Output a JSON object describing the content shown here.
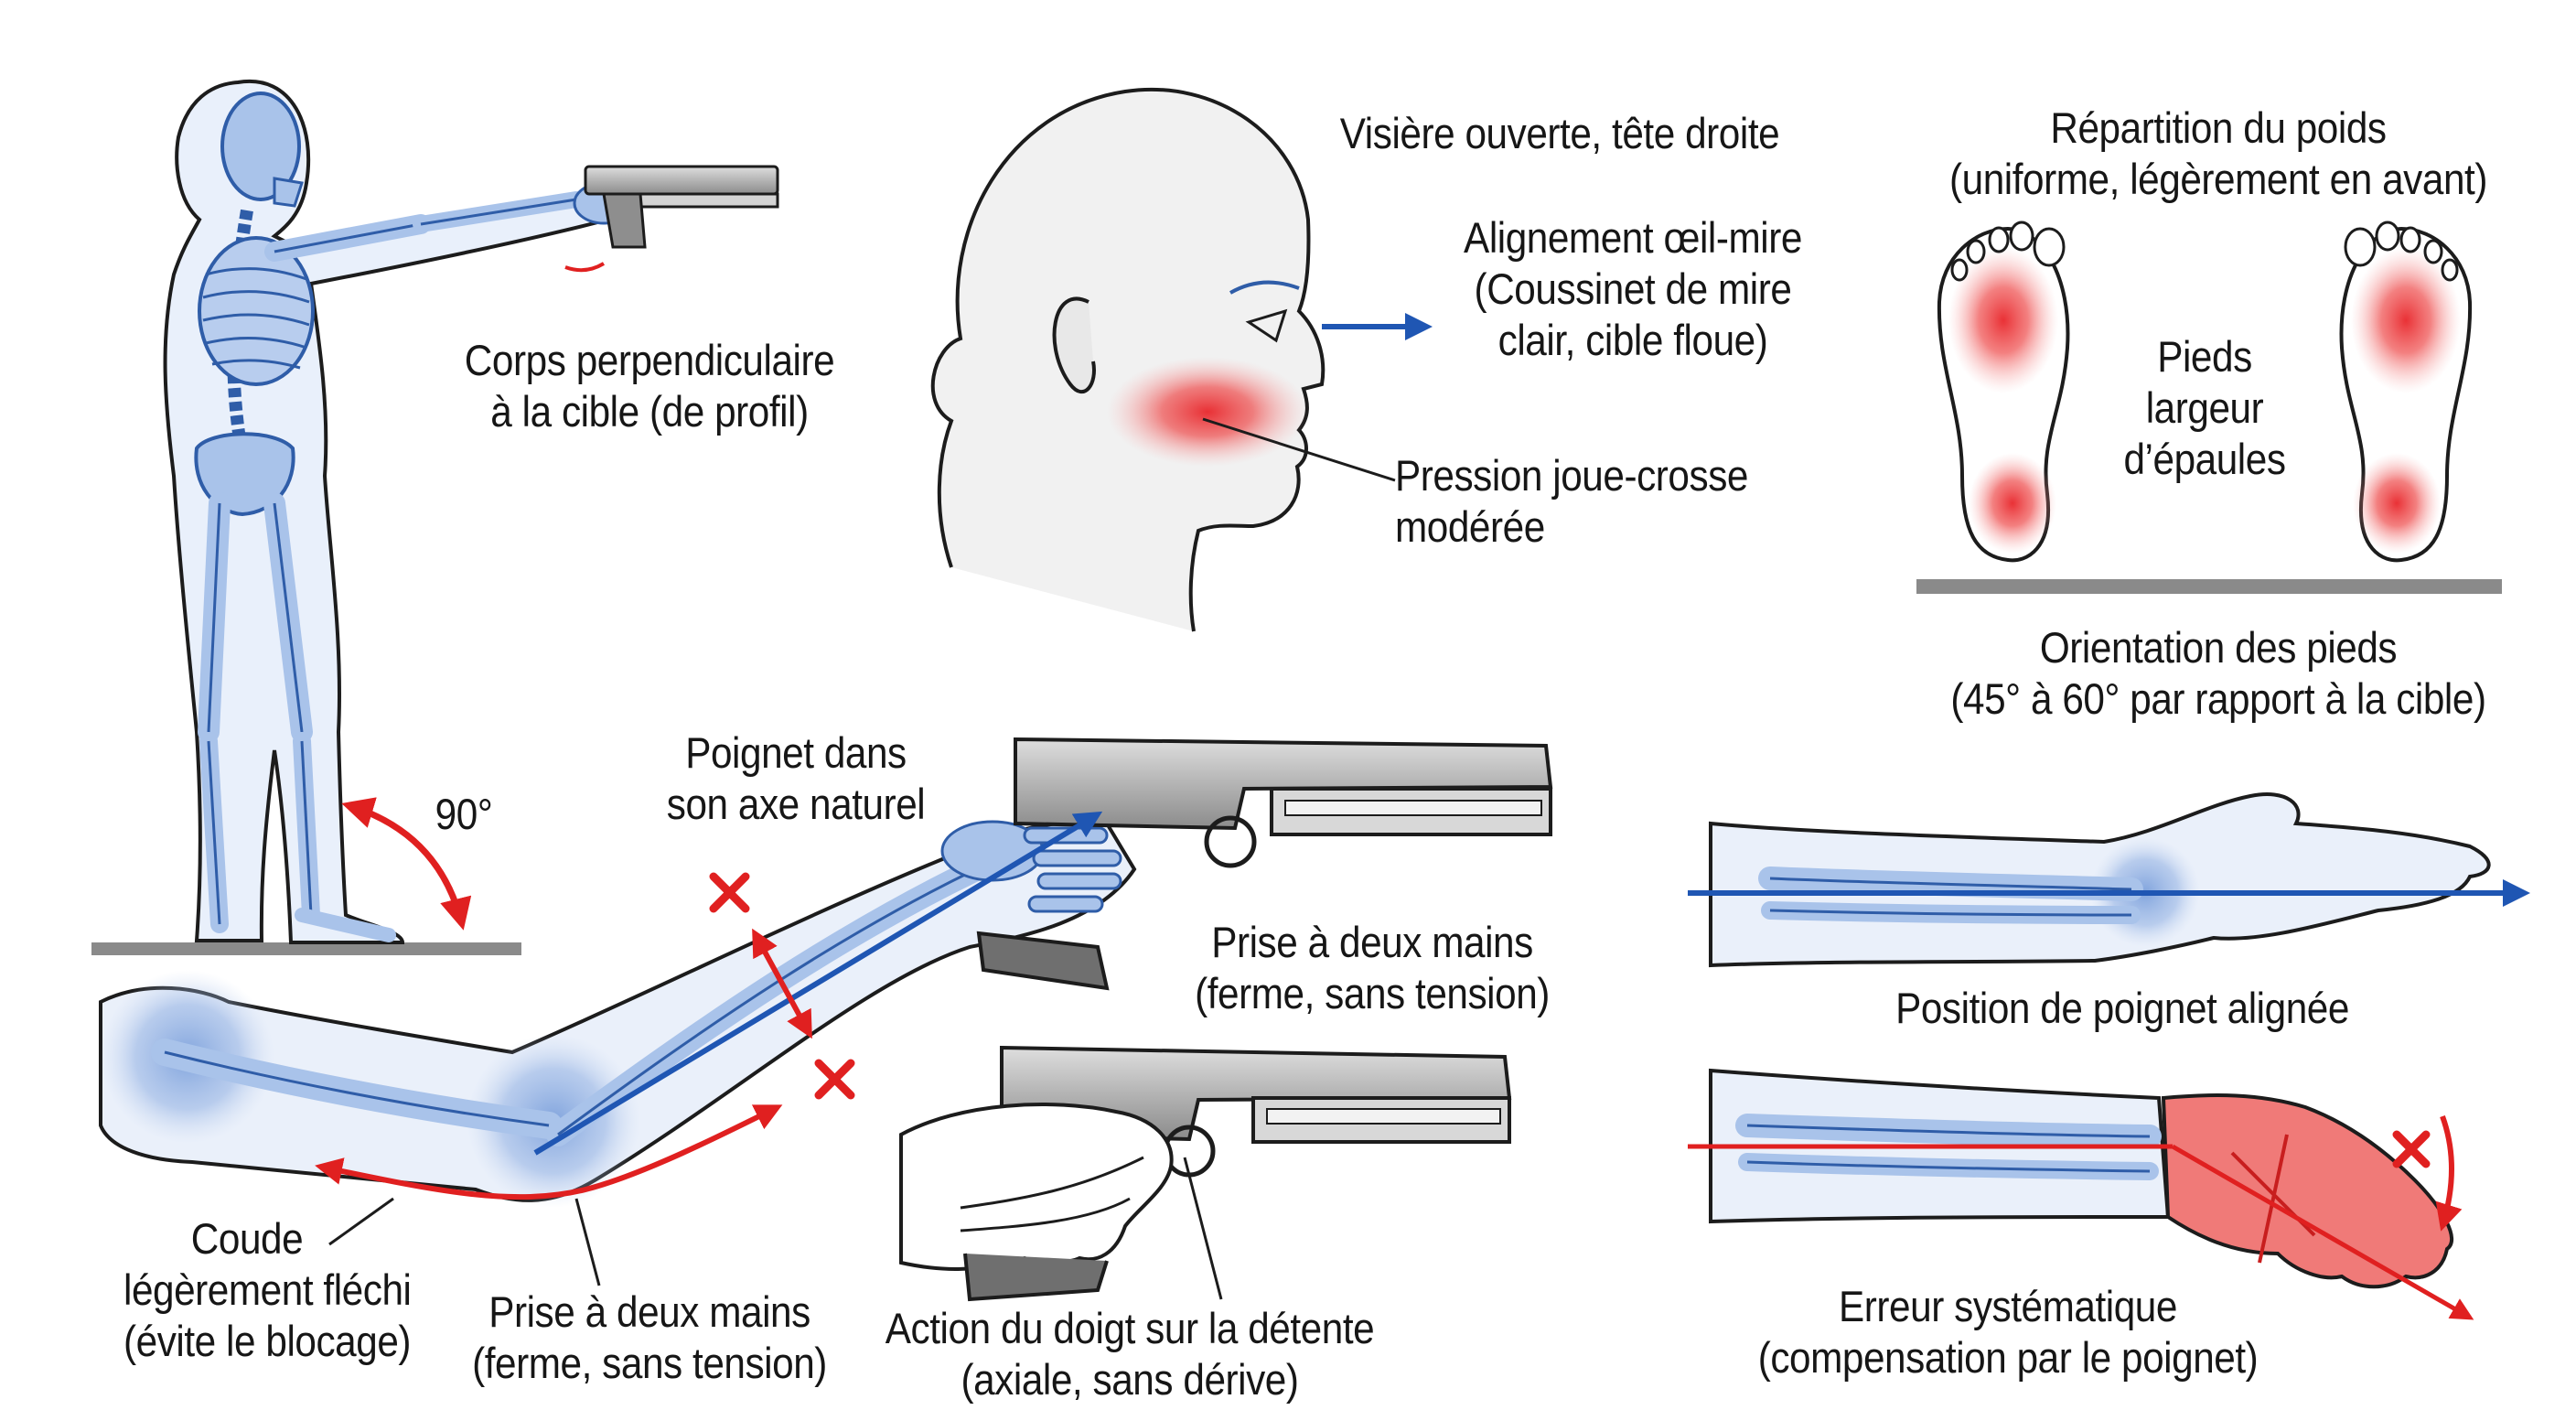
{
  "labels": {
    "body": {
      "line1": "Corps perpendiculaire",
      "line2": "à la cible (de profil)"
    },
    "angle": "90°",
    "visor": "Visière ouverte, tête droite",
    "alignment": {
      "line1": "Alignement œil-mire",
      "line2": "(Coussinet de mire",
      "line3": "clair, cible floue)"
    },
    "cheek": {
      "line1": "Pression joue-crosse",
      "line2": "modérée"
    },
    "weight": {
      "line1": "Répartition du poids",
      "line2": "(uniforme, légèrement en avant)"
    },
    "feet_width": {
      "line1": "Pieds",
      "line2": "largeur",
      "line3": "d’épaules"
    },
    "feet_orientation": {
      "line1": "Orientation des pieds",
      "line2": "(45° à 60° par rapport à la cible)"
    },
    "wrist_axis": {
      "line1": "Poignet dans",
      "line2": "son axe naturel"
    },
    "grip_upper": {
      "line1": "Prise à deux mains",
      "line2": "(ferme, sans tension)"
    },
    "elbow": {
      "line1": "Coude",
      "line2": "légèrement fléchi",
      "line3": "(évite le blocage)"
    },
    "grip_lower": {
      "line1": "Prise à deux mains",
      "line2": "(ferme, sans tension)"
    },
    "trigger": {
      "line1": "Action du doigt sur la détente",
      "line2": "(axiale, sans dérive)"
    },
    "wrist_aligned": "Position de poignet alignée",
    "error": {
      "line1": "Erreur systématique",
      "line2": "(compensation par le poignet)"
    }
  },
  "colors": {
    "bone": "#a9c3ea",
    "bone_stroke": "#2f5da8",
    "skin": "#eef3fb",
    "outline": "#1c1c1c",
    "pressure": "#e8262b",
    "blue_arrow": "#1f56b3",
    "red_arrow": "#e02020",
    "metal": "#bdbdbd",
    "ground": "#8a8a8a"
  }
}
